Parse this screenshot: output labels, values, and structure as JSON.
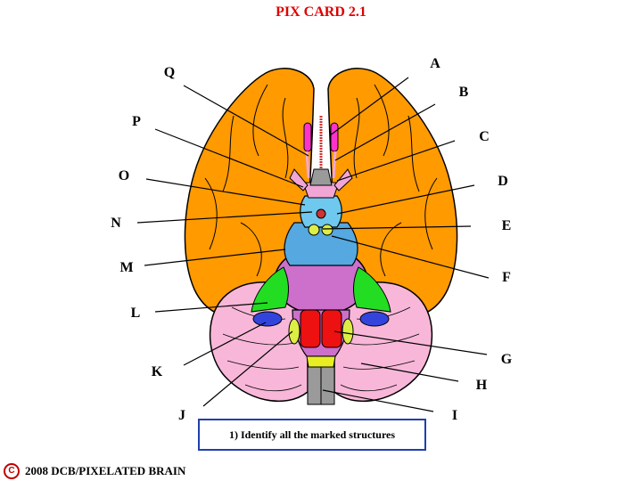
{
  "title": "PIX CARD 2.1",
  "colors": {
    "title": "#e00000",
    "cerebrum": "#ff9a00",
    "cerebellum": "#f8b7d8",
    "pons": "#cc70cc",
    "olfactory": "#ff33cc",
    "optic": "#f1a6d6",
    "hypothalamus": "#6fc8ee",
    "peduncles": "#55a8e0",
    "middle_peduncle": "#22dd22",
    "flocculus": "#3344dd",
    "pyramids": "#ee1111",
    "olive": "#ddee44",
    "medulla_caudal": "#e8ee22",
    "spinal_cord": "#9a9a9a",
    "frame": "#1f3fb0"
  },
  "labels": [
    "A",
    "B",
    "C",
    "D",
    "E",
    "F",
    "G",
    "H",
    "I",
    "J",
    "K",
    "L",
    "M",
    "N",
    "O",
    "P",
    "Q"
  ],
  "question": "1) Identify all the marked structures",
  "copyright": {
    "symbol": "C",
    "text": "2008  DCB/PIXELATED BRAIN"
  }
}
